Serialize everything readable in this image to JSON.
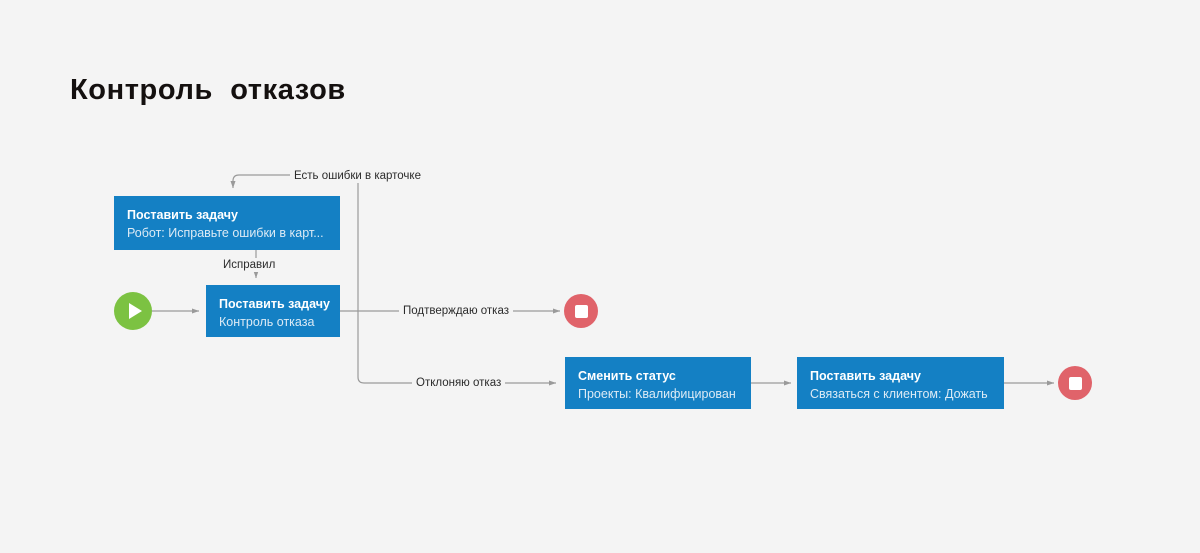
{
  "page": {
    "title": "Контроль  отказов",
    "background_color": "#f4f4f4"
  },
  "colors": {
    "task": "#1480c4",
    "task_title_text": "#ffffff",
    "task_sub_text": "#dceaf5",
    "start": "#7cc242",
    "end": "#e0636a",
    "edge": "#9a9a9a",
    "label_text": "#2b2b2b",
    "title_text": "#14100f"
  },
  "diagram": {
    "start_node": {
      "icon": "play-icon",
      "label": ""
    },
    "tasks": [
      {
        "id": "fix-errors",
        "title": "Поставить задачу",
        "subtitle": "Робот: Исправьте ошибки в карт..."
      },
      {
        "id": "control-refusal",
        "title": "Поставить задачу",
        "subtitle": "Контроль отказа"
      },
      {
        "id": "change-status",
        "title": "Сменить статус",
        "subtitle": "Проекты: Квалифицирован"
      },
      {
        "id": "contact-client",
        "title": "Поставить задачу",
        "subtitle": "Связаться с клиентом: Дожать"
      }
    ],
    "end_nodes": [
      {
        "id": "end-confirmed",
        "icon": "stop-icon"
      },
      {
        "id": "end-rejected",
        "icon": "stop-icon"
      }
    ],
    "edge_labels": [
      {
        "id": "has-errors",
        "text": "Есть ошибки в карточке"
      },
      {
        "id": "fixed",
        "text": "Исправил"
      },
      {
        "id": "confirm-refusal",
        "text": "Подтверждаю отказ"
      },
      {
        "id": "decline-refusal",
        "text": "Отклоняю отказ"
      }
    ]
  }
}
